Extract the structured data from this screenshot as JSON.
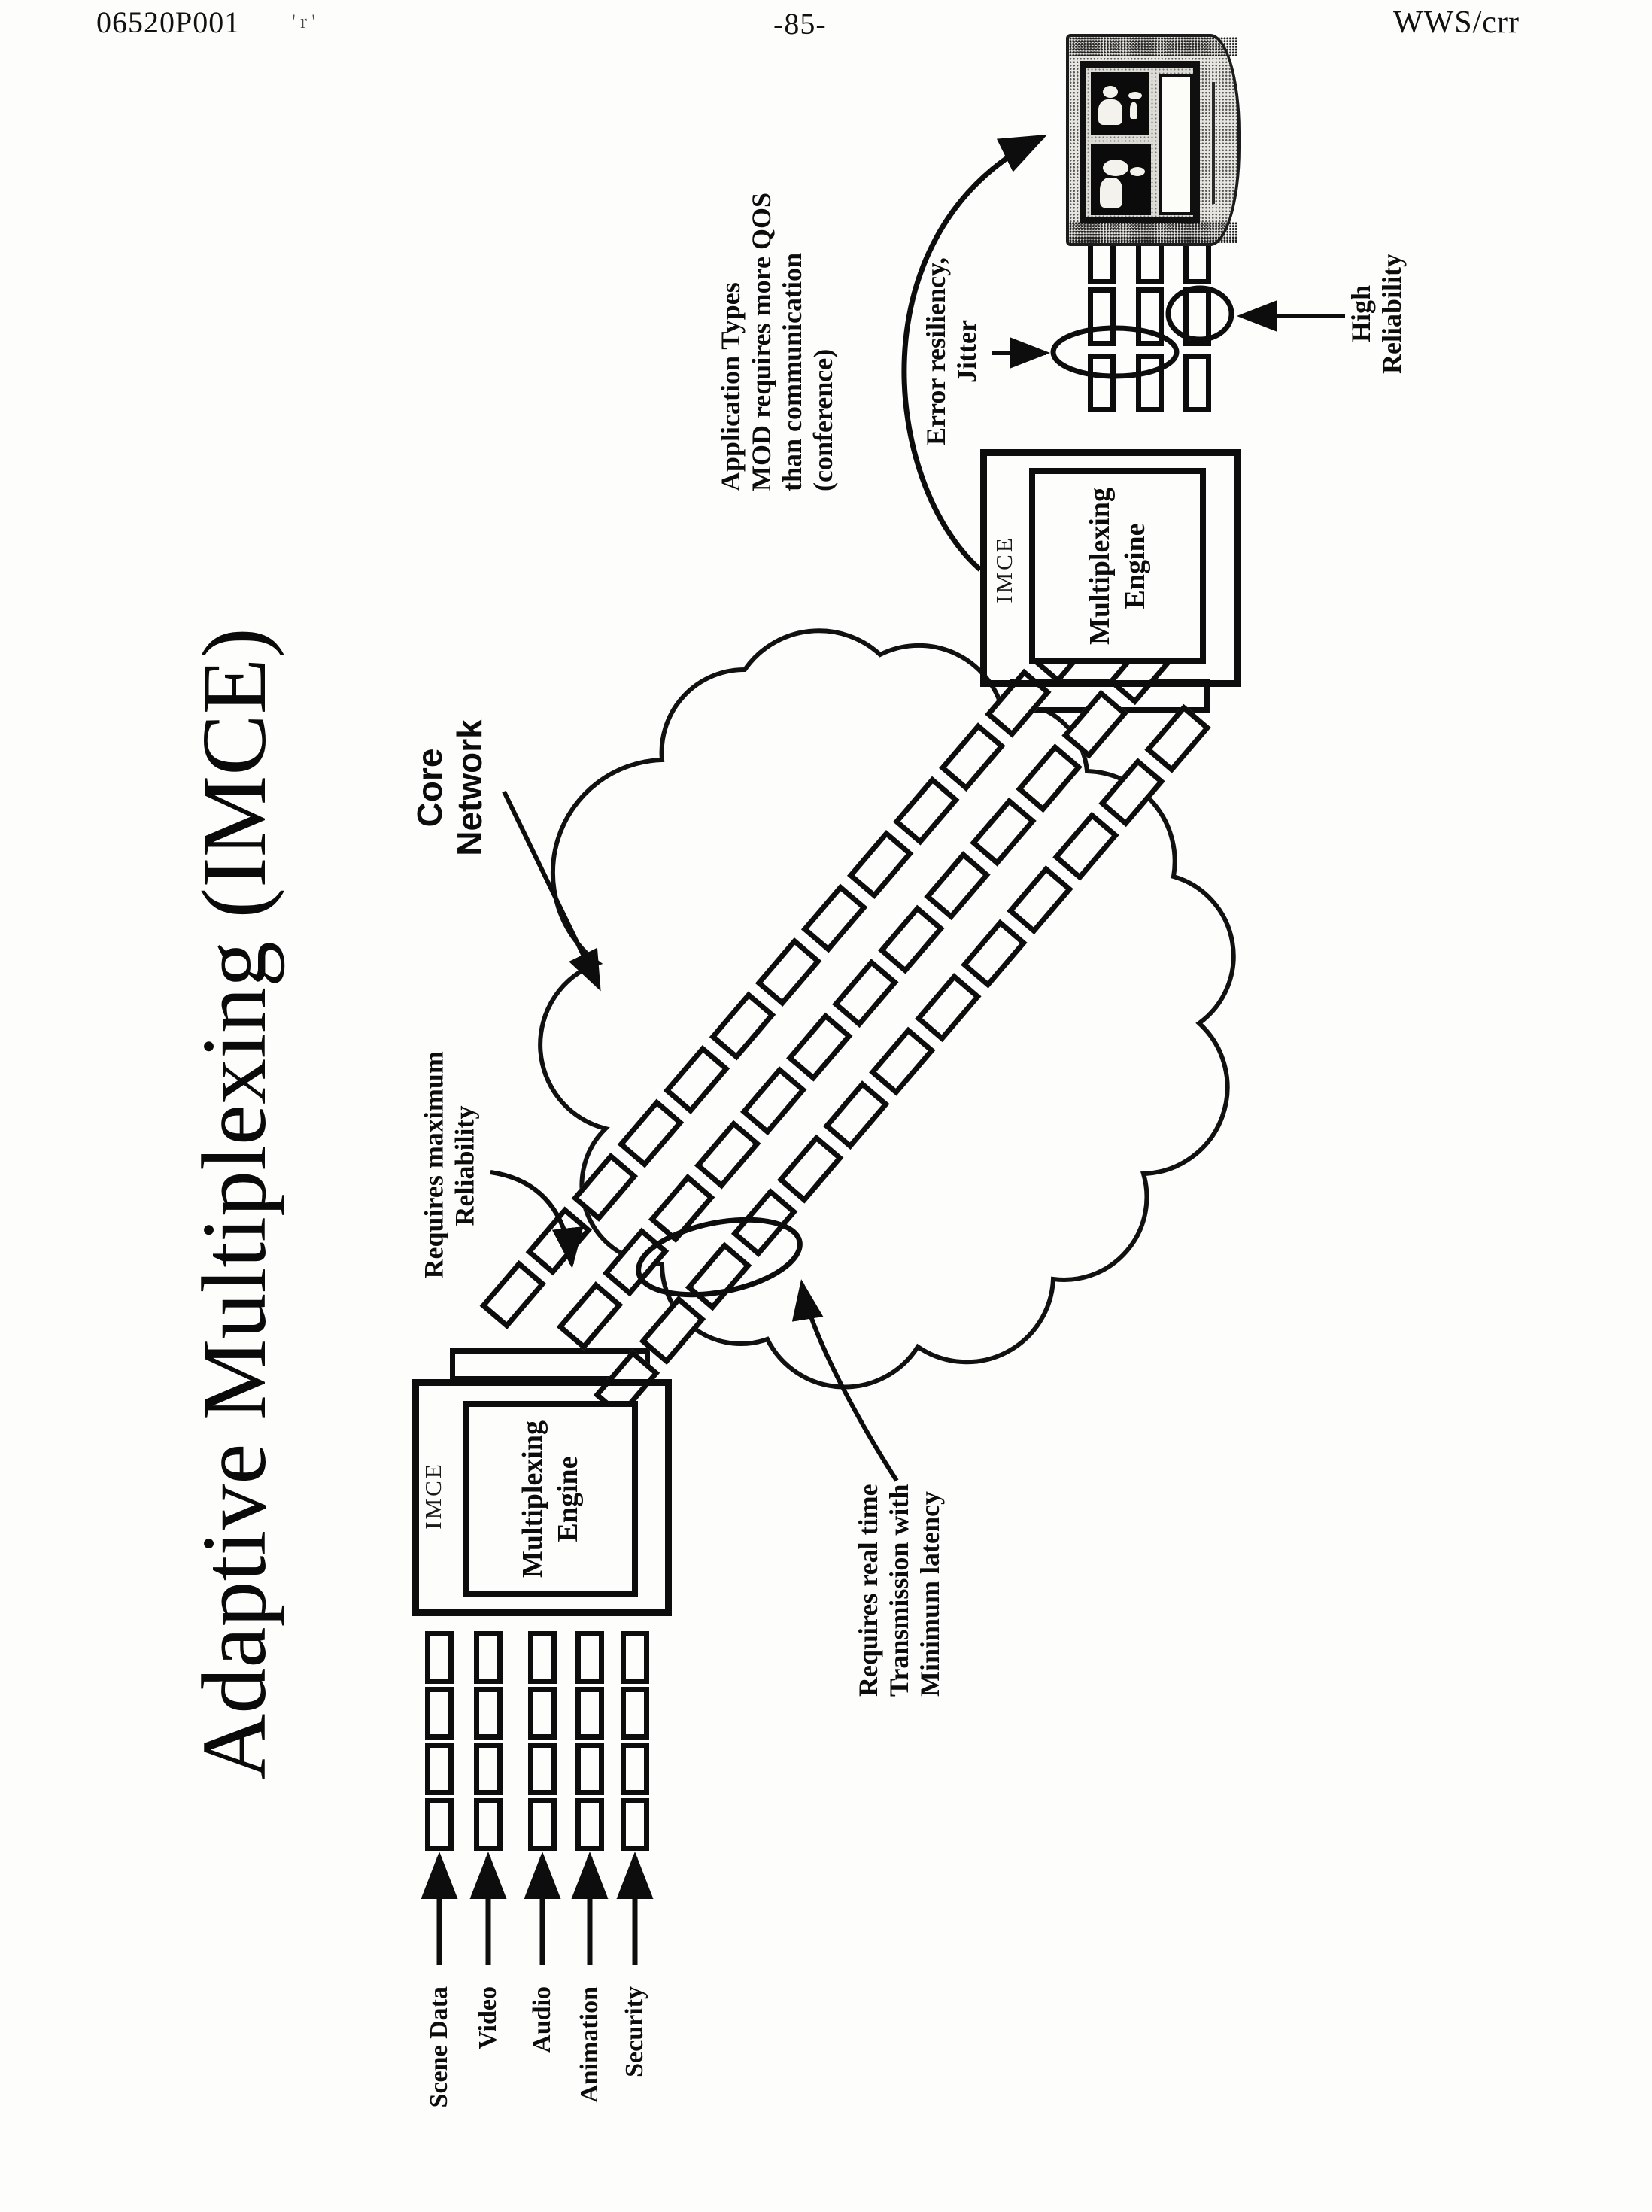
{
  "header": {
    "docket": "06520P001",
    "stray_marks": "' r '",
    "page_number": "-85-",
    "initials": "WWS/crr"
  },
  "title": "Adaptive Multiplexing (IMCE)",
  "left_imce": {
    "label": "IMCE",
    "engine": [
      "Multiplexing",
      "Engine"
    ]
  },
  "right_imce": {
    "label": "IMCE",
    "engine": [
      "Multiplexing",
      "Engine"
    ]
  },
  "annotations": {
    "core_network": [
      "Core",
      "Network"
    ],
    "requires_max": [
      "Requires maximum",
      "Reliability"
    ],
    "requires_realtime": [
      "Requires real time",
      "Transmission with",
      "Minimum latency"
    ],
    "app_types": [
      "Application Types",
      "MOD requires more QOS",
      "than communication",
      "(conference)"
    ],
    "error_resiliency": [
      "Error resiliency,",
      "Jitter"
    ],
    "high_reliability": [
      "High",
      "Reliability"
    ]
  },
  "inputs": [
    "Scene Data",
    "Video",
    "Audio",
    "Animation",
    "Security"
  ],
  "packets": {
    "chain": {
      "rows": 3,
      "per_row": 13,
      "row_offsets": [
        0,
        45,
        8
      ]
    },
    "left_grid": {
      "cols": [
        565,
        630,
        702,
        765,
        825
      ],
      "rows": [
        2168,
        2242,
        2316,
        2390
      ],
      "w": 38,
      "h": 70
    },
    "right_grid": {
      "cols": [
        1446,
        1510,
        1573
      ],
      "rows": [
        300,
        382,
        470
      ],
      "w": 37,
      "h": 78
    }
  },
  "colors": {
    "ink": "#0d0d0d",
    "paper": "#fdfdfb"
  }
}
